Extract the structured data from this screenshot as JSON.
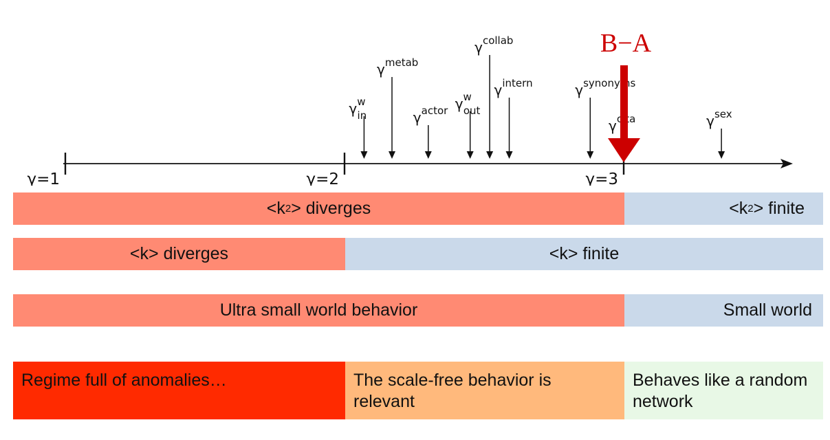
{
  "axis": {
    "ticks": [
      {
        "value": 1,
        "label": "γ=1"
      },
      {
        "value": 2,
        "label": "γ=2"
      },
      {
        "value": 3,
        "label": "γ=3"
      }
    ],
    "markers": [
      {
        "base": "γ",
        "sup": "w",
        "sub": "in",
        "value": 2.07
      },
      {
        "base": "γ",
        "sup": "metab",
        "sub": "",
        "value": 2.17
      },
      {
        "base": "γ",
        "sup": "actor",
        "sub": "",
        "value": 2.3
      },
      {
        "base": "γ",
        "sup": "w",
        "sub": "out",
        "value": 2.45
      },
      {
        "base": "γ",
        "sup": "collab",
        "sub": "",
        "value": 2.52
      },
      {
        "base": "γ",
        "sup": "intern",
        "sub": "",
        "value": 2.59
      },
      {
        "base": "γ",
        "sup": "synonyms",
        "sub": "",
        "value": 2.88
      },
      {
        "base": "γ",
        "sup": "cita",
        "sub": "",
        "value": 3.0
      },
      {
        "base": "γ",
        "sup": "sex",
        "sub": "",
        "value": 3.35
      }
    ],
    "ba": {
      "label": "B−A",
      "value": 3.0,
      "color": "#cc0000"
    }
  },
  "bands": {
    "k2_diverges": {
      "pre": "<k",
      "sup": "2",
      "post": "> diverges"
    },
    "k2_finite": {
      "pre": "<k",
      "sup": "2",
      "post": "> finite"
    },
    "k_diverges": "<k> diverges",
    "k_finite": "<k> finite",
    "ultra_small": "Ultra small world behavior",
    "small_world": "Small world"
  },
  "regimes": {
    "anomalies": "Regime full of anomalies…",
    "scale_free": "The scale-free behavior is relevant",
    "random": "Behaves like a random network"
  },
  "colors": {
    "diverge": "#ff8a73",
    "finite": "#cad9ea",
    "anomalies": "#ff2a00",
    "scale_free": "#ffb97c",
    "random": "#e8f8e6"
  }
}
